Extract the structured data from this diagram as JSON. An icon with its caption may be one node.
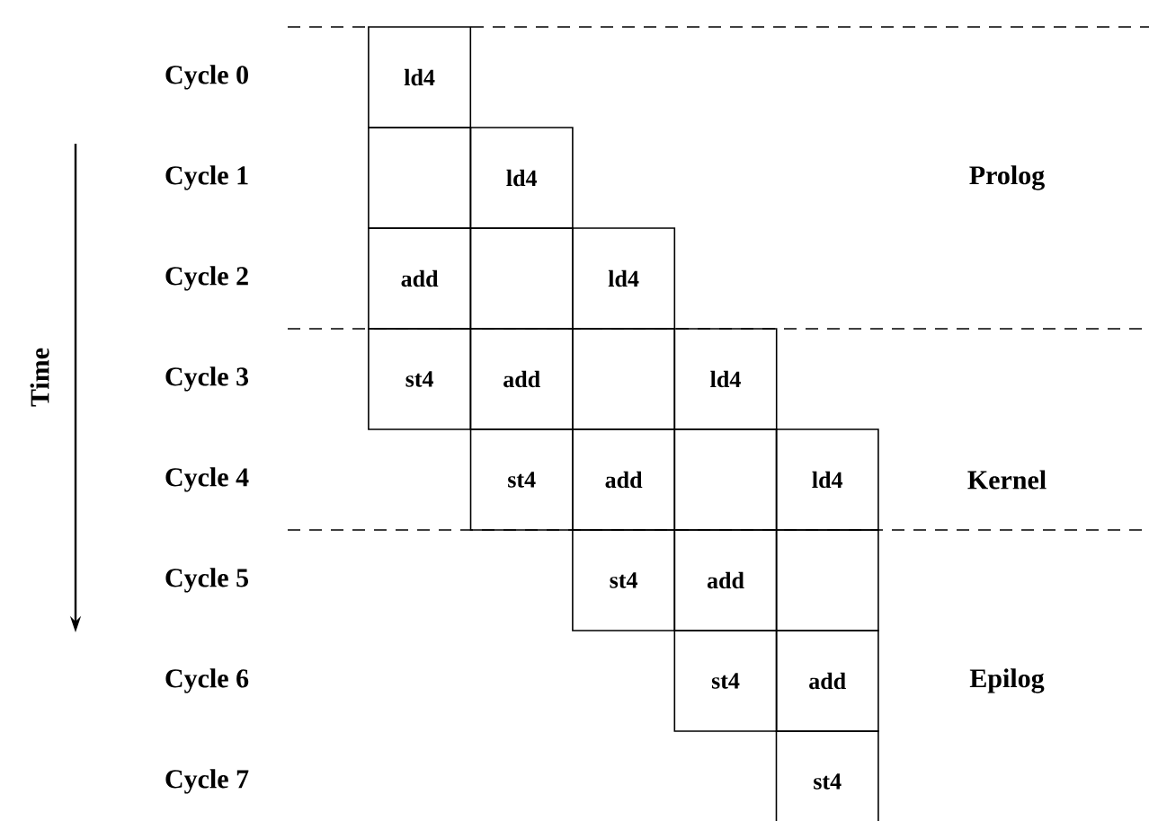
{
  "diagram": {
    "nodes": [
      {
        "text": [
          "ld4"
        ]
      },
      {
        "text": [],
        "shape": "box"
      },
      {
        "text": [
          "ld4"
        ]
      },
      {
        "text": [
          "add"
        ]
      },
      {
        "text": [],
        "shape": "box"
      },
      {
        "text": [
          "ld4"
        ]
      },
      {
        "text": [
          "st4"
        ]
      },
      {
        "text": [
          "add"
        ]
      },
      {
        "text": [],
        "shape": "box"
      },
      {
        "text": [
          "ld4"
        ]
      },
      {
        "text": [
          "st4"
        ]
      },
      {
        "text": [
          "add"
        ]
      },
      {
        "text": [],
        "shape": "box"
      },
      {
        "text": [
          "ld4"
        ]
      },
      {
        "text": [
          "st4"
        ]
      },
      {
        "text": [
          "add"
        ]
      },
      {
        "text": [],
        "shape": "box"
      },
      {
        "text": [
          "st4"
        ]
      },
      {
        "text": [
          "add"
        ]
      },
      {
        "text": [
          "st4"
        ]
      }
    ],
    "edges": [],
    "labels": [
      "Cycle 0",
      "Cycle 1",
      "Cycle 2",
      "Cycle 3",
      "Cycle 4",
      "Cycle 5",
      "Cycle 6",
      "Cycle 7",
      "Prolog",
      "Kernel",
      "Epilog",
      "Time"
    ]
  }
}
